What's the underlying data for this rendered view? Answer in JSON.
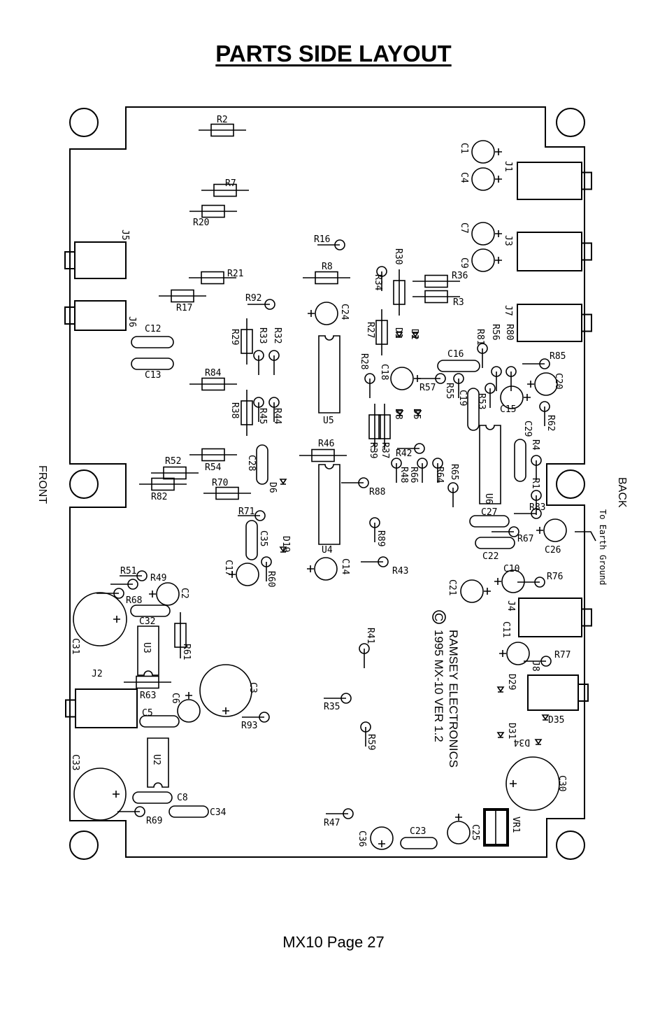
{
  "title": "PARTS SIDE LAYOUT",
  "footer": "MX10 Page 27",
  "board": {
    "front_label": "FRONT",
    "back_label": "BACK",
    "earth_ground_note": "To Earth Ground",
    "copyright_line1": "RAMSEY ELECTRONICS",
    "copyright_line2": "1995 MX-10 VER 1.2",
    "copyright_symbol": "C"
  },
  "components": {
    "resistors": [
      {
        "ref": "R2"
      },
      {
        "ref": "R7"
      },
      {
        "ref": "R20"
      },
      {
        "ref": "R21"
      },
      {
        "ref": "R17"
      },
      {
        "ref": "R8"
      },
      {
        "ref": "R16"
      },
      {
        "ref": "R92"
      },
      {
        "ref": "R30"
      },
      {
        "ref": "R34"
      },
      {
        "ref": "R36"
      },
      {
        "ref": "R3"
      },
      {
        "ref": "R27"
      },
      {
        "ref": "R28"
      },
      {
        "ref": "R29"
      },
      {
        "ref": "R33"
      },
      {
        "ref": "R32"
      },
      {
        "ref": "R84"
      },
      {
        "ref": "R38"
      },
      {
        "ref": "R45"
      },
      {
        "ref": "R44"
      },
      {
        "ref": "R52"
      },
      {
        "ref": "R54"
      },
      {
        "ref": "R82"
      },
      {
        "ref": "R70"
      },
      {
        "ref": "R71"
      },
      {
        "ref": "R46"
      },
      {
        "ref": "R39"
      },
      {
        "ref": "R37"
      },
      {
        "ref": "R42"
      },
      {
        "ref": "R48"
      },
      {
        "ref": "R66"
      },
      {
        "ref": "R64"
      },
      {
        "ref": "R65"
      },
      {
        "ref": "R88"
      },
      {
        "ref": "R89"
      },
      {
        "ref": "R43"
      },
      {
        "ref": "R57"
      },
      {
        "ref": "R55"
      },
      {
        "ref": "R53"
      },
      {
        "ref": "R81"
      },
      {
        "ref": "R56"
      },
      {
        "ref": "R80"
      },
      {
        "ref": "R85"
      },
      {
        "ref": "R59"
      },
      {
        "ref": "R62"
      },
      {
        "ref": "R4"
      },
      {
        "ref": "R1"
      },
      {
        "ref": "R83"
      },
      {
        "ref": "R67"
      },
      {
        "ref": "R76"
      },
      {
        "ref": "R77"
      },
      {
        "ref": "R51"
      },
      {
        "ref": "R49"
      },
      {
        "ref": "R68"
      },
      {
        "ref": "R61"
      },
      {
        "ref": "R63"
      },
      {
        "ref": "R93"
      },
      {
        "ref": "R69"
      },
      {
        "ref": "R41"
      },
      {
        "ref": "R35"
      },
      {
        "ref": "R47"
      },
      {
        "ref": "R60"
      }
    ],
    "capacitors": [
      {
        "ref": "C1"
      },
      {
        "ref": "C4"
      },
      {
        "ref": "C7"
      },
      {
        "ref": "C9"
      },
      {
        "ref": "C24"
      },
      {
        "ref": "C12"
      },
      {
        "ref": "C13"
      },
      {
        "ref": "C16"
      },
      {
        "ref": "C18"
      },
      {
        "ref": "C19"
      },
      {
        "ref": "C15"
      },
      {
        "ref": "C20"
      },
      {
        "ref": "C29"
      },
      {
        "ref": "C28"
      },
      {
        "ref": "C35"
      },
      {
        "ref": "C17"
      },
      {
        "ref": "C14"
      },
      {
        "ref": "C27"
      },
      {
        "ref": "C22"
      },
      {
        "ref": "C26"
      },
      {
        "ref": "C10"
      },
      {
        "ref": "C21"
      },
      {
        "ref": "C11"
      },
      {
        "ref": "C2"
      },
      {
        "ref": "C31"
      },
      {
        "ref": "C32"
      },
      {
        "ref": "C3"
      },
      {
        "ref": "C6"
      },
      {
        "ref": "C5"
      },
      {
        "ref": "C33"
      },
      {
        "ref": "C8"
      },
      {
        "ref": "C34"
      },
      {
        "ref": "C36"
      },
      {
        "ref": "C23"
      },
      {
        "ref": "C25"
      },
      {
        "ref": "C30"
      }
    ],
    "diodes": [
      {
        "ref": "D1"
      },
      {
        "ref": "D2"
      },
      {
        "ref": "D8"
      },
      {
        "ref": "D5"
      },
      {
        "ref": "D6"
      },
      {
        "ref": "D19"
      },
      {
        "ref": "D29"
      },
      {
        "ref": "D35"
      },
      {
        "ref": "D31"
      },
      {
        "ref": "D34"
      }
    ],
    "ics": [
      {
        "ref": "U5"
      },
      {
        "ref": "U4"
      },
      {
        "ref": "U6"
      },
      {
        "ref": "U3"
      },
      {
        "ref": "U2"
      }
    ],
    "jacks": [
      {
        "ref": "J1"
      },
      {
        "ref": "J3"
      },
      {
        "ref": "J7"
      },
      {
        "ref": "J5"
      },
      {
        "ref": "J6"
      },
      {
        "ref": "J4"
      },
      {
        "ref": "J8"
      },
      {
        "ref": "J2"
      }
    ],
    "regulators": [
      {
        "ref": "VR1"
      }
    ]
  }
}
